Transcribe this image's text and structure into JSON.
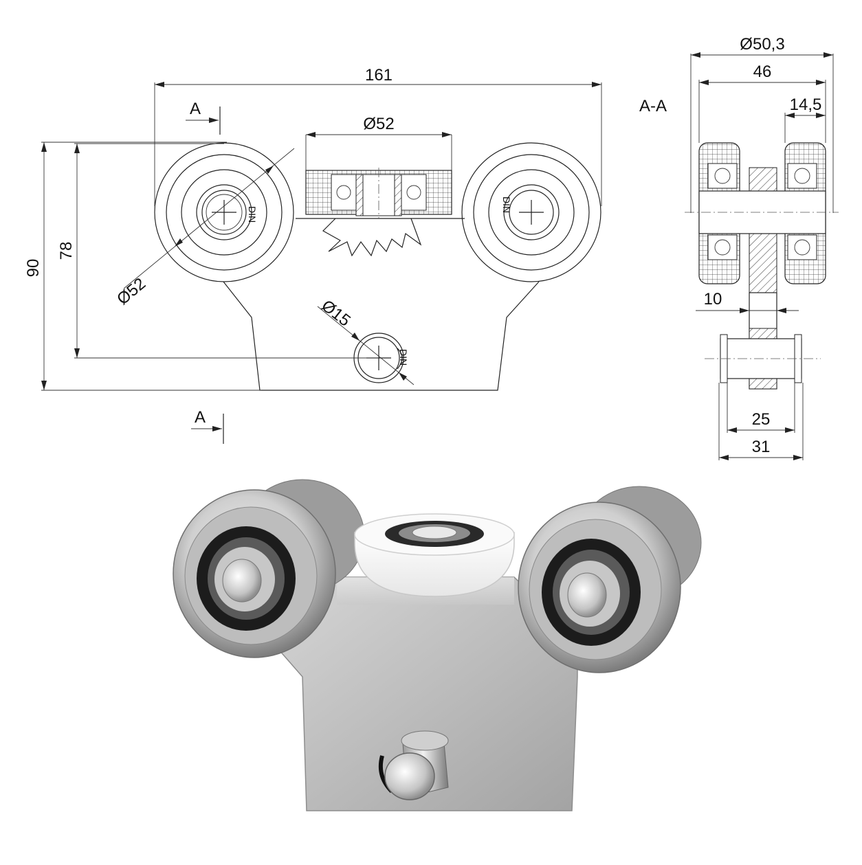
{
  "drawing": {
    "front_view": {
      "width_label": "161",
      "height_outer_label": "90",
      "height_inner_label": "78",
      "center_roller_label": "Ø52",
      "side_wheel_label": "Ø52",
      "axle_label": "Ø15",
      "section_marker_top": "A",
      "section_marker_bottom": "A",
      "clip_label_left": "DIN",
      "clip_label_right": "DIN",
      "clip_label_axle": "DIN"
    },
    "section_view": {
      "title": "A-A",
      "diameter_label": "Ø50,3",
      "width_label": "46",
      "wheel_width_label": "14,5",
      "plate_label": "10",
      "axle_inner_label": "25",
      "axle_outer_label": "31"
    }
  },
  "colors": {
    "line": "#222222",
    "steel_light": "#e4e4e4",
    "steel_dark": "#8a8a8a",
    "white_roller": "#f7f7f7",
    "bearing_black": "#1c1c1c"
  }
}
